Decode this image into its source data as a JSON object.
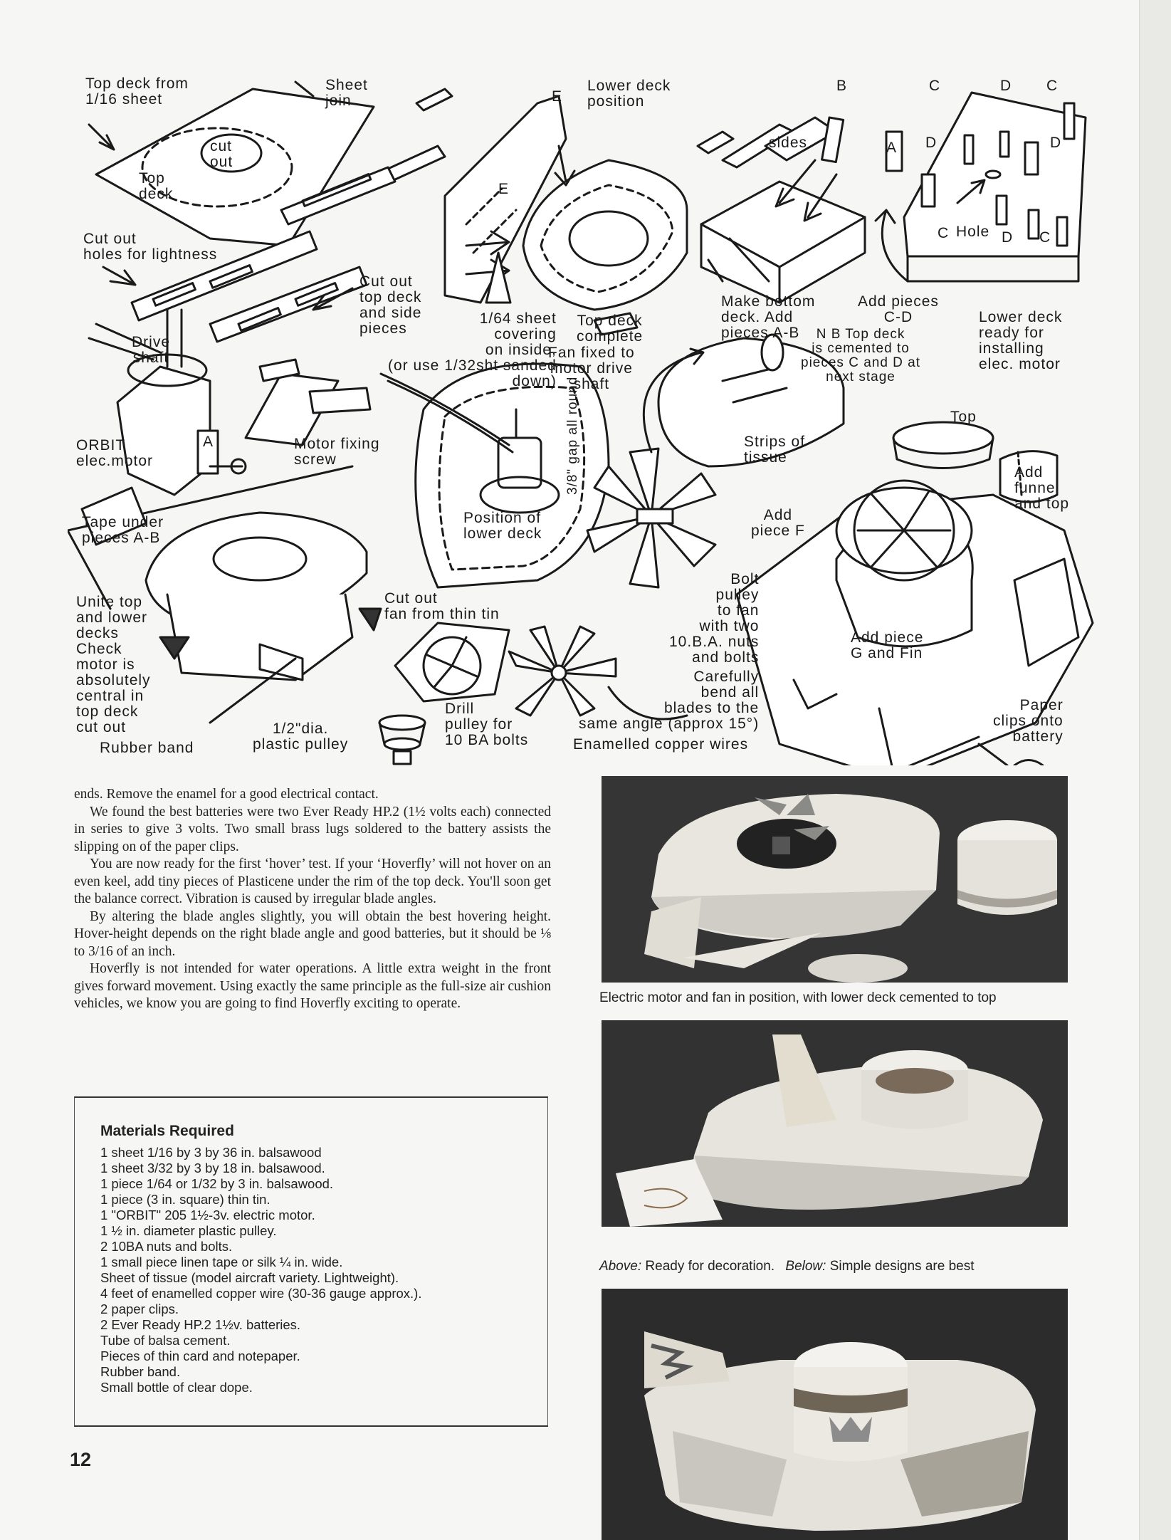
{
  "diagram": {
    "labels": {
      "top_deck_from": "Top deck from\n1/16 sheet",
      "sheet_join": "Sheet\njoin",
      "cut_out": "cut\nout",
      "top_deck": "Top\ndeck",
      "cut_out_holes": "Cut out\nholes for lightness",
      "cut_out_top_deck": "Cut out\ntop deck\nand side\npieces",
      "sheet_covering": "1/64 sheet\ncovering\non inside,\n(or use 1/32sht sanded\ndown)",
      "E_top": "E",
      "E_mid": "E",
      "lower_deck_position": "Lower deck\nposition",
      "top_deck_complete": "Top deck\ncomplete",
      "fan_fixed": "Fan fixed to\nmotor drive\nshaft",
      "sides": "sides",
      "B": "B",
      "A": "A",
      "make_bottom_deck": "Make bottom\ndeck. Add\npieces A-B",
      "add_pieces_cd": "Add pieces\nC-D",
      "nb_top_deck": "N B Top deck\nis cemented to\npieces C and D at\nnext stage",
      "C1": "C",
      "D1": "D",
      "C2": "C",
      "D2": "D",
      "D3": "D",
      "hole": "Hole",
      "C3": "C",
      "D4": "D",
      "C4": "C",
      "lower_deck_ready": "Lower deck\nready for\ninstalling\nelec. motor",
      "drive_shaft": "Drive\nshaft",
      "orbit_motor": "ORBIT\nelec.motor",
      "motor_A": "A",
      "motor_fixing_screw": "Motor fixing\nscrew",
      "tape_under": "Tape under\npieces A-B",
      "position_lower_deck": "Position of\nlower deck",
      "gap_all_round": "3/8\" gap all round",
      "strips_tissue": "Strips of\ntissue",
      "top": "Top",
      "add_funnel": "Add\nfunnel\nand top",
      "add_piece_f": "Add\npiece F",
      "unite_decks": "Unite top\nand lower\ndecks\nCheck\nmotor is\nabsolutely\ncentral in\ntop deck\ncut out",
      "cut_out_fan": "Cut out\nfan from thin tin",
      "bolt_pulley": "Bolt\npulley\nto fan\nwith two\n10.B.A. nuts\nand bolts",
      "add_piece_g": "Add piece\nG and Fin",
      "carefully_bend": "Carefully\nbend all\nblades to the\nsame angle (approx 15°)",
      "drill_pulley": "Drill\npulley for\n10 BA bolts",
      "half_dia_pulley": "1/2\"dia.\nplastic pulley",
      "rubber_band": "Rubber band",
      "paper_clips": "Paper\nclips onto\nbattery",
      "enamelled_wires": "Enamelled copper wires"
    }
  },
  "body": {
    "paragraphs": [
      "ends. Remove the enamel for a good electrical contact.",
      "We found the best batteries were two Ever Ready HP.2 (1½ volts each) connected in series to give 3 volts. Two small brass lugs soldered to the battery assists the slipping on of the paper clips.",
      "You are now ready for the first ‘hover’ test. If your ‘Hoverfly’ will not hover on an even keel, add tiny pieces of Plasticene under the rim of the top deck. You'll soon get the balance correct. Vibration is caused by irregular blade angles.",
      "By altering the blade angles slightly, you will obtain the best hovering height. Hover-height depends on the right blade angle and good batteries, but it should be ⅛ to 3/16 of an inch.",
      "Hoverfly is not intended for water operations. A little extra weight in the front gives forward movement. Using exactly the same principle as the full-size air cushion vehicles, we know you are going to find Hoverfly exciting to operate."
    ]
  },
  "materials": {
    "title": "Materials Required",
    "items": [
      "1 sheet 1/16 by 3 by 36 in. balsawood",
      "1 sheet 3/32 by 3 by 18 in. balsawood.",
      "1 piece 1/64 or 1/32 by 3 in. balsawood.",
      "1 piece (3 in. square) thin tin.",
      "1 \"ORBIT\" 205 1½-3v. electric motor.",
      "1 ½ in. diameter plastic pulley.",
      "2 10BA nuts and bolts.",
      "1 small piece linen tape or silk ¼ in. wide.",
      "Sheet of tissue (model aircraft variety.   Lightweight).",
      "4 feet of enamelled copper wire (30-36 gauge approx.).",
      "2 paper clips.",
      "2 Ever Ready HP.2 1½v. batteries.",
      "Tube of balsa cement.",
      "Pieces of thin card and notepaper.",
      "Rubber band.",
      "Small bottle of clear dope."
    ]
  },
  "page_number": "12",
  "captions": {
    "photo1": "Electric motor and fan in position, with lower deck cemented to top",
    "photo2_above": "Above:",
    "photo2_above_text": " Ready for decoration.",
    "photo2_below": "Below:",
    "photo2_below_text": " Simple designs are best"
  }
}
